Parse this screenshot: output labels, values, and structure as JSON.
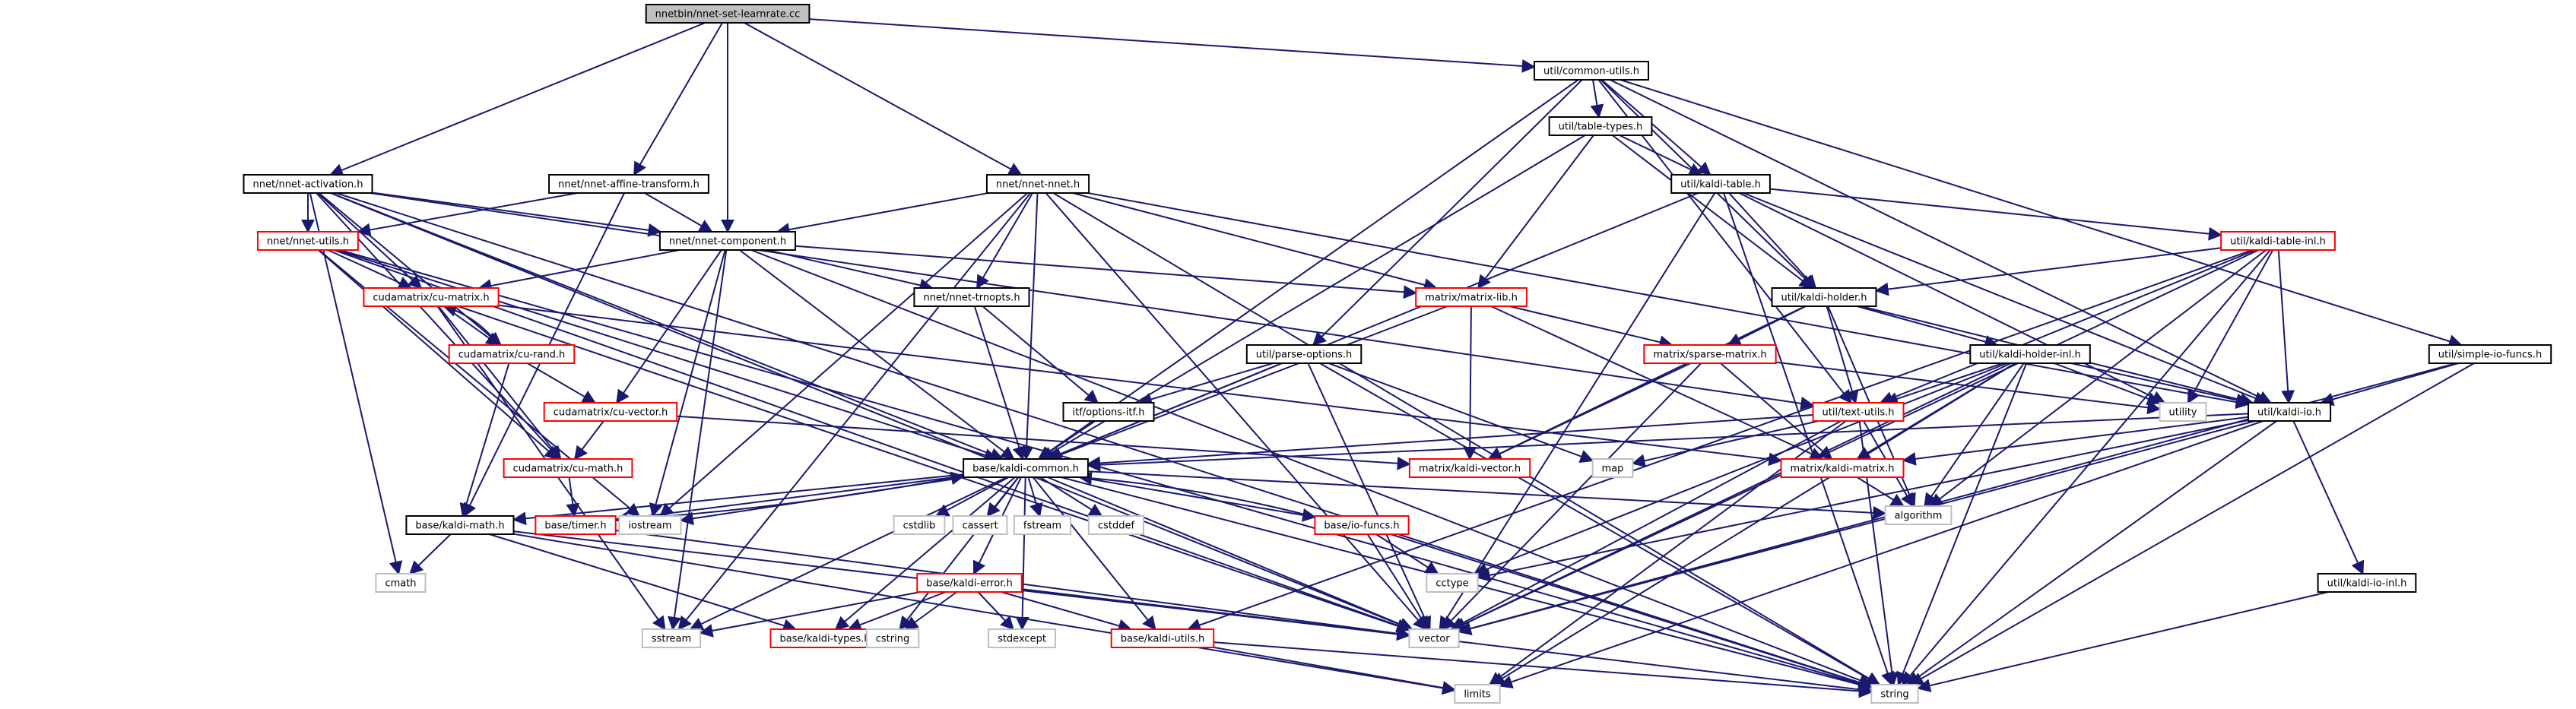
{
  "graph": {
    "colors": {
      "edge": "#191970",
      "root_fill": "#bfbfbf",
      "normal_border": "#000000",
      "truncated_border": "#ff0000",
      "system_border": "#bfbfbf",
      "text": "#000000"
    },
    "nodes": [
      {
        "id": "root",
        "label": "nnetbin/nnet-set-learnrate.cc",
        "kind": "root"
      },
      {
        "id": "activation",
        "label": "nnet/nnet-activation.h",
        "kind": "normal"
      },
      {
        "id": "affine",
        "label": "nnet/nnet-affine-transform.h",
        "kind": "normal"
      },
      {
        "id": "nnet",
        "label": "nnet/nnet-nnet.h",
        "kind": "normal"
      },
      {
        "id": "commonutils",
        "label": "util/common-utils.h",
        "kind": "normal"
      },
      {
        "id": "tabletypes",
        "label": "util/table-types.h",
        "kind": "normal"
      },
      {
        "id": "kalditable",
        "label": "util/kaldi-table.h",
        "kind": "normal"
      },
      {
        "id": "tableinl",
        "label": "util/kaldi-table-inl.h",
        "kind": "truncated"
      },
      {
        "id": "simpleio",
        "label": "util/simple-io-funcs.h",
        "kind": "normal"
      },
      {
        "id": "nnetutils",
        "label": "nnet/nnet-utils.h",
        "kind": "truncated"
      },
      {
        "id": "component",
        "label": "nnet/nnet-component.h",
        "kind": "normal"
      },
      {
        "id": "matrixlib",
        "label": "matrix/matrix-lib.h",
        "kind": "truncated"
      },
      {
        "id": "holder",
        "label": "util/kaldi-holder.h",
        "kind": "normal"
      },
      {
        "id": "cumatrix",
        "label": "cudamatrix/cu-matrix.h",
        "kind": "truncated"
      },
      {
        "id": "trnopts",
        "label": "nnet/nnet-trnopts.h",
        "kind": "normal"
      },
      {
        "id": "curand",
        "label": "cudamatrix/cu-rand.h",
        "kind": "truncated"
      },
      {
        "id": "parseoptions",
        "label": "util/parse-options.h",
        "kind": "normal"
      },
      {
        "id": "sparse",
        "label": "matrix/sparse-matrix.h",
        "kind": "truncated"
      },
      {
        "id": "holderinl",
        "label": "util/kaldi-holder-inl.h",
        "kind": "normal"
      },
      {
        "id": "cuvector",
        "label": "cudamatrix/cu-vector.h",
        "kind": "truncated"
      },
      {
        "id": "optionsitf",
        "label": "itf/options-itf.h",
        "kind": "normal"
      },
      {
        "id": "textutils",
        "label": "util/text-utils.h",
        "kind": "truncated"
      },
      {
        "id": "kaldiio",
        "label": "util/kaldi-io.h",
        "kind": "normal"
      },
      {
        "id": "cumath",
        "label": "cudamatrix/cu-math.h",
        "kind": "truncated"
      },
      {
        "id": "kaldicommon",
        "label": "base/kaldi-common.h",
        "kind": "normal"
      },
      {
        "id": "kaldivector",
        "label": "matrix/kaldi-vector.h",
        "kind": "truncated"
      },
      {
        "id": "map",
        "label": "map",
        "kind": "system"
      },
      {
        "id": "kaldimatrix",
        "label": "matrix/kaldi-matrix.h",
        "kind": "truncated"
      },
      {
        "id": "utility",
        "label": "utility",
        "kind": "system"
      },
      {
        "id": "kaldimath",
        "label": "base/kaldi-math.h",
        "kind": "normal"
      },
      {
        "id": "timer",
        "label": "base/timer.h",
        "kind": "truncated"
      },
      {
        "id": "iostream",
        "label": "iostream",
        "kind": "system"
      },
      {
        "id": "cstdlib",
        "label": "cstdlib",
        "kind": "system"
      },
      {
        "id": "cassert",
        "label": "cassert",
        "kind": "system"
      },
      {
        "id": "fstream",
        "label": "fstream",
        "kind": "system"
      },
      {
        "id": "cstddef",
        "label": "cstddef",
        "kind": "system"
      },
      {
        "id": "iofuncs",
        "label": "base/io-funcs.h",
        "kind": "truncated"
      },
      {
        "id": "algorithm",
        "label": "algorithm",
        "kind": "system"
      },
      {
        "id": "cmath",
        "label": "cmath",
        "kind": "system"
      },
      {
        "id": "kaldierror",
        "label": "base/kaldi-error.h",
        "kind": "truncated"
      },
      {
        "id": "cctype",
        "label": "cctype",
        "kind": "system"
      },
      {
        "id": "ioinl",
        "label": "util/kaldi-io-inl.h",
        "kind": "normal"
      },
      {
        "id": "sstream",
        "label": "sstream",
        "kind": "system"
      },
      {
        "id": "kalditypes",
        "label": "base/kaldi-types.h",
        "kind": "truncated"
      },
      {
        "id": "cstring",
        "label": "cstring",
        "kind": "system"
      },
      {
        "id": "stdexcept",
        "label": "stdexcept",
        "kind": "system"
      },
      {
        "id": "kaldiutils",
        "label": "base/kaldi-utils.h",
        "kind": "truncated"
      },
      {
        "id": "vector",
        "label": "vector",
        "kind": "system"
      },
      {
        "id": "limits",
        "label": "limits",
        "kind": "system"
      },
      {
        "id": "string",
        "label": "string",
        "kind": "system"
      }
    ],
    "edges": [
      [
        "root",
        "activation"
      ],
      [
        "root",
        "affine"
      ],
      [
        "root",
        "component"
      ],
      [
        "root",
        "nnet"
      ],
      [
        "root",
        "commonutils"
      ],
      [
        "activation",
        "nnetutils"
      ],
      [
        "activation",
        "component"
      ],
      [
        "activation",
        "cumatrix"
      ],
      [
        "activation",
        "curand"
      ],
      [
        "activation",
        "cumath"
      ],
      [
        "activation",
        "kaldicommon"
      ],
      [
        "activation",
        "textutils"
      ],
      [
        "activation",
        "cmath"
      ],
      [
        "activation",
        "string"
      ],
      [
        "activation",
        "vector"
      ],
      [
        "affine",
        "component"
      ],
      [
        "affine",
        "nnetutils"
      ],
      [
        "affine",
        "kaldimath"
      ],
      [
        "nnet",
        "component"
      ],
      [
        "nnet",
        "trnopts"
      ],
      [
        "nnet",
        "matrixlib"
      ],
      [
        "nnet",
        "kaldiio"
      ],
      [
        "nnet",
        "kaldicommon"
      ],
      [
        "nnet",
        "iostream"
      ],
      [
        "nnet",
        "sstream"
      ],
      [
        "nnet",
        "vector"
      ],
      [
        "nnet",
        "string"
      ],
      [
        "commonutils",
        "tabletypes"
      ],
      [
        "commonutils",
        "kalditable"
      ],
      [
        "commonutils",
        "holder"
      ],
      [
        "commonutils",
        "parseoptions"
      ],
      [
        "commonutils",
        "kaldiio"
      ],
      [
        "commonutils",
        "simpleio"
      ],
      [
        "commonutils",
        "textutils"
      ],
      [
        "commonutils",
        "kaldicommon"
      ],
      [
        "tabletypes",
        "kalditable"
      ],
      [
        "tabletypes",
        "holder"
      ],
      [
        "tabletypes",
        "matrixlib"
      ],
      [
        "tabletypes",
        "kaldicommon"
      ],
      [
        "kalditable",
        "tableinl"
      ],
      [
        "kalditable",
        "holder"
      ],
      [
        "kalditable",
        "kaldiio"
      ],
      [
        "kalditable",
        "kaldicommon"
      ],
      [
        "kalditable",
        "utility"
      ],
      [
        "kalditable",
        "vector"
      ],
      [
        "kalditable",
        "string"
      ],
      [
        "tableinl",
        "holder"
      ],
      [
        "tableinl",
        "kaldiio"
      ],
      [
        "tableinl",
        "textutils"
      ],
      [
        "tableinl",
        "utility"
      ],
      [
        "tableinl",
        "algorithm"
      ],
      [
        "tableinl",
        "vector"
      ],
      [
        "tableinl",
        "string"
      ],
      [
        "tableinl",
        "kaldiutils"
      ],
      [
        "simpleio",
        "kaldiio"
      ],
      [
        "simpleio",
        "vector"
      ],
      [
        "simpleio",
        "string"
      ],
      [
        "nnetutils",
        "cumatrix"
      ],
      [
        "nnetutils",
        "cumath"
      ],
      [
        "nnetutils",
        "kaldicommon"
      ],
      [
        "nnetutils",
        "string"
      ],
      [
        "nnetutils",
        "iostream"
      ],
      [
        "nnetutils",
        "vector"
      ],
      [
        "component",
        "cumatrix"
      ],
      [
        "component",
        "trnopts"
      ],
      [
        "component",
        "matrixlib"
      ],
      [
        "component",
        "cuvector"
      ],
      [
        "component",
        "kaldicommon"
      ],
      [
        "component",
        "iostream"
      ],
      [
        "component",
        "sstream"
      ],
      [
        "component",
        "string"
      ],
      [
        "matrixlib",
        "kaldivector"
      ],
      [
        "matrixlib",
        "kaldimatrix"
      ],
      [
        "matrixlib",
        "sparse"
      ],
      [
        "matrixlib",
        "kaldicommon"
      ],
      [
        "holder",
        "holderinl"
      ],
      [
        "holder",
        "kaldiio"
      ],
      [
        "holder",
        "textutils"
      ],
      [
        "holder",
        "algorithm"
      ],
      [
        "holder",
        "kaldivector"
      ],
      [
        "holder",
        "sparse"
      ],
      [
        "cumatrix",
        "curand"
      ],
      [
        "cumatrix",
        "cumath"
      ],
      [
        "cumatrix",
        "kaldimatrix"
      ],
      [
        "cumatrix",
        "sstream"
      ],
      [
        "cumatrix",
        "vector"
      ],
      [
        "curand",
        "cumatrix"
      ],
      [
        "curand",
        "cuvector"
      ],
      [
        "curand",
        "kaldimath"
      ],
      [
        "trnopts",
        "optionsitf"
      ],
      [
        "trnopts",
        "kaldicommon"
      ],
      [
        "parseoptions",
        "optionsitf"
      ],
      [
        "parseoptions",
        "kaldicommon"
      ],
      [
        "parseoptions",
        "map"
      ],
      [
        "parseoptions",
        "vector"
      ],
      [
        "parseoptions",
        "string"
      ],
      [
        "sparse",
        "kaldivector"
      ],
      [
        "sparse",
        "kaldimatrix"
      ],
      [
        "sparse",
        "utility"
      ],
      [
        "sparse",
        "vector"
      ],
      [
        "holderinl",
        "kaldiio"
      ],
      [
        "holderinl",
        "textutils"
      ],
      [
        "holderinl",
        "utility"
      ],
      [
        "holderinl",
        "algorithm"
      ],
      [
        "holderinl",
        "kaldimatrix"
      ],
      [
        "holderinl",
        "cctype"
      ],
      [
        "holderinl",
        "vector"
      ],
      [
        "holderinl",
        "string"
      ],
      [
        "holderinl",
        "limits"
      ],
      [
        "cuvector",
        "cumath"
      ],
      [
        "cuvector",
        "kaldivector"
      ],
      [
        "optionsitf",
        "kaldicommon"
      ],
      [
        "textutils",
        "kaldicommon"
      ],
      [
        "textutils",
        "map"
      ],
      [
        "textutils",
        "algorithm"
      ],
      [
        "textutils",
        "vector"
      ],
      [
        "textutils",
        "string"
      ],
      [
        "textutils",
        "limits"
      ],
      [
        "kaldiio",
        "kaldicommon"
      ],
      [
        "kaldiio",
        "kaldimatrix"
      ],
      [
        "kaldiio",
        "ioinl"
      ],
      [
        "kaldiio",
        "cctype"
      ],
      [
        "kaldiio",
        "vector"
      ],
      [
        "kaldiio",
        "string"
      ],
      [
        "kaldiio",
        "limits"
      ],
      [
        "cumath",
        "timer"
      ],
      [
        "kaldicommon",
        "kaldimath"
      ],
      [
        "kaldicommon",
        "timer"
      ],
      [
        "kaldicommon",
        "iostream"
      ],
      [
        "kaldicommon",
        "cstdlib"
      ],
      [
        "kaldicommon",
        "cassert"
      ],
      [
        "kaldicommon",
        "fstream"
      ],
      [
        "kaldicommon",
        "cstddef"
      ],
      [
        "kaldicommon",
        "iofuncs"
      ],
      [
        "kaldicommon",
        "algorithm"
      ],
      [
        "kaldicommon",
        "kaldierror"
      ],
      [
        "kaldicommon",
        "sstream"
      ],
      [
        "kaldicommon",
        "kalditypes"
      ],
      [
        "kaldicommon",
        "cstring"
      ],
      [
        "kaldicommon",
        "stdexcept"
      ],
      [
        "kaldicommon",
        "kaldiutils"
      ],
      [
        "kaldicommon",
        "vector"
      ],
      [
        "kaldicommon",
        "string"
      ],
      [
        "kaldimatrix",
        "algorithm"
      ],
      [
        "kaldimath",
        "cmath"
      ],
      [
        "kaldimath",
        "kalditypes"
      ],
      [
        "kaldimath",
        "vector"
      ],
      [
        "kaldimath",
        "limits"
      ],
      [
        "timer",
        "kaldicommon"
      ],
      [
        "timer",
        "vector"
      ],
      [
        "iofuncs",
        "kaldicommon"
      ],
      [
        "iofuncs",
        "cctype"
      ],
      [
        "iofuncs",
        "vector"
      ],
      [
        "iofuncs",
        "string"
      ],
      [
        "kaldierror",
        "kalditypes"
      ],
      [
        "kaldierror",
        "kaldiutils"
      ],
      [
        "kaldierror",
        "sstream"
      ],
      [
        "kaldierror",
        "cstring"
      ],
      [
        "kaldierror",
        "stdexcept"
      ],
      [
        "kaldierror",
        "vector"
      ],
      [
        "kaldierror",
        "string"
      ],
      [
        "ioinl",
        "string"
      ],
      [
        "kaldiutils",
        "limits"
      ],
      [
        "kaldiutils",
        "string"
      ]
    ]
  }
}
